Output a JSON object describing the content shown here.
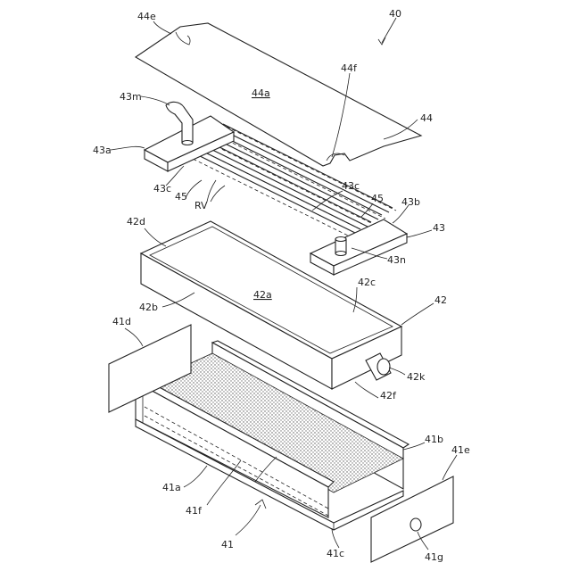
{
  "figure": {
    "assembly_label": "40",
    "labels": {
      "l44e": "44e",
      "l44f": "44f",
      "l44a": "44a",
      "l44": "44",
      "l43m": "43m",
      "l43a": "43a",
      "l43c_left": "43c",
      "l45_left": "45",
      "lRV": "RV",
      "l43c_right": "43c",
      "l45_right": "45",
      "l43b": "43b",
      "l43": "43",
      "l43n": "43n",
      "l42d": "42d",
      "l42a": "42a",
      "l42b": "42b",
      "l42c": "42c",
      "l42": "42",
      "l42k": "42k",
      "l42f": "42f",
      "l41d": "41d",
      "l41b": "41b",
      "l41e": "41e",
      "l41a": "41a",
      "l41f": "41f",
      "l41": "41",
      "l41c": "41c",
      "l41g": "41g"
    }
  }
}
